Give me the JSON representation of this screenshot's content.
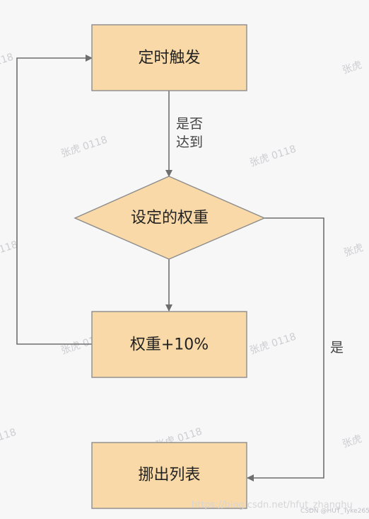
{
  "nodes": {
    "trigger": "定时触发",
    "decision": "设定的权重",
    "increase": "权重+10%",
    "remove": "挪出列表"
  },
  "edges": {
    "reached_line1": "是否",
    "reached_line2": "达到",
    "yes": "是"
  },
  "watermarks": {
    "author": "张虎 0118",
    "author_name": "张虎",
    "author_code": "0118",
    "blog_url": "https://blog.csdn.net/hfut_zhanghu",
    "csdn_credit": "CSDN @HUT_Tyke265"
  },
  "colors": {
    "background": "#f7f7f8",
    "node_fill": "#f8d9a7",
    "node_stroke": "#8c8c8c",
    "connector": "#6e6e6e"
  }
}
